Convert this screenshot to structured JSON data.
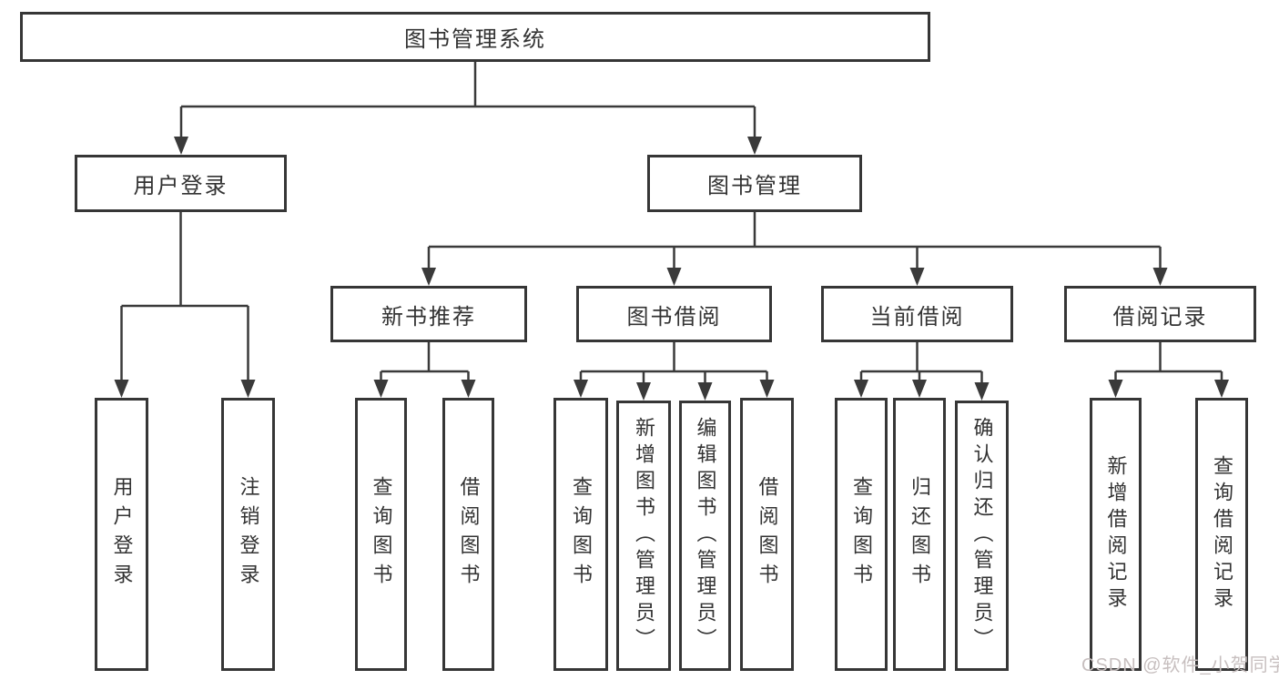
{
  "tree": {
    "root": "图书管理系统",
    "user": {
      "label": "用户登录",
      "children": [
        "用户登录",
        "注销登录"
      ]
    },
    "book": {
      "label": "图书管理",
      "groups": [
        {
          "label": "新书推荐",
          "children": [
            "查询图书",
            "借阅图书"
          ]
        },
        {
          "label": "图书借阅",
          "children": [
            "查询图书",
            "新增图书（管理员）",
            "编辑图书（管理员）",
            "借阅图书"
          ]
        },
        {
          "label": "当前借阅",
          "children": [
            "查询图书",
            "归还图书",
            "确认归还（管理员）"
          ]
        },
        {
          "label": "借阅记录",
          "children": [
            "新增借阅记录",
            "查询借阅记录"
          ]
        }
      ]
    }
  },
  "watermark": {
    "text": "CSDN @软件_小贺同学"
  },
  "colors": {
    "line": "#3a3a3a",
    "box_border": "#363636",
    "text": "#333333",
    "watermark": "#c7bfbf",
    "background": "#ffffff"
  }
}
